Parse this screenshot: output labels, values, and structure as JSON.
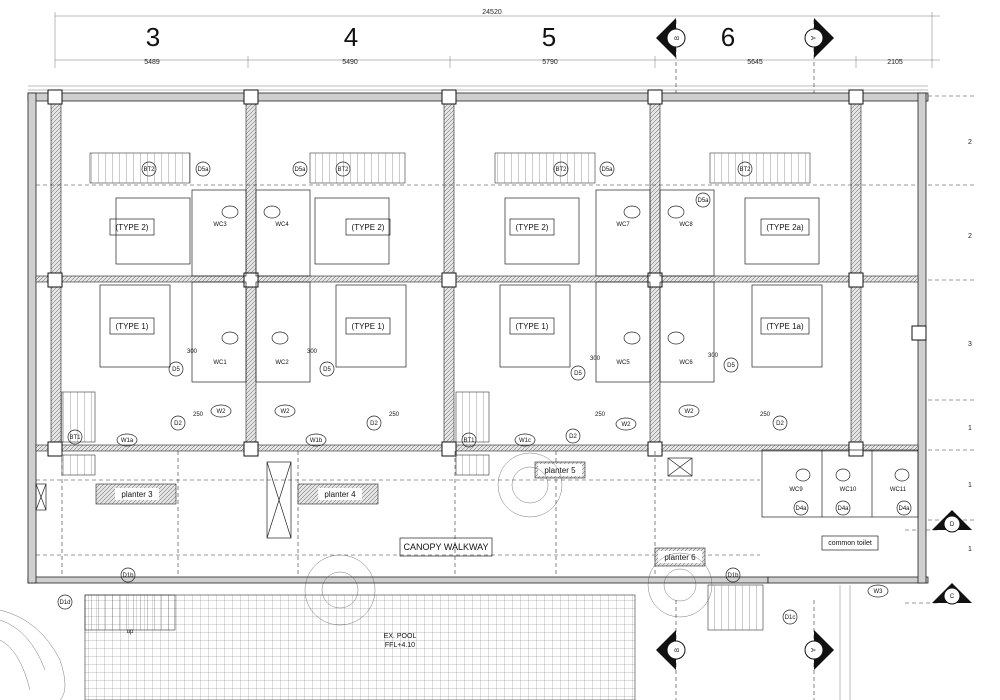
{
  "dimensions": {
    "overall": "24520",
    "bays": [
      "5489",
      "5490",
      "5790",
      "5645",
      "2105"
    ]
  },
  "grid_columns": [
    "3",
    "4",
    "5",
    "6"
  ],
  "grid_rows_right": [
    "2",
    "2",
    "3",
    "1",
    "1",
    "1"
  ],
  "section_markers": {
    "top_left": "B",
    "top_right": "A",
    "bottom_left": "B",
    "bottom_right": "A",
    "side_d": "D",
    "side_c": "C"
  },
  "room_types": {
    "upper": [
      "(TYPE 2)",
      "(TYPE 2)",
      "(TYPE 2)",
      "(TYPE 2a)"
    ],
    "lower": [
      "(TYPE 1)",
      "(TYPE 1)",
      "(TYPE 1)",
      "(TYPE 1a)"
    ]
  },
  "toilets_upper": [
    "WC3",
    "WC4",
    "WC7",
    "WC8"
  ],
  "toilets_lower": [
    "WC1",
    "WC2",
    "WC5",
    "WC6"
  ],
  "toilets_common": [
    "WC9",
    "WC10",
    "WC11"
  ],
  "door_tags": {
    "bt2": [
      "BT2",
      "BT2",
      "BT2",
      "BT2"
    ],
    "d5a": [
      "D5a",
      "D5a",
      "D5a",
      "D5a"
    ],
    "d5": [
      "D5",
      "D5",
      "D5",
      "D5"
    ],
    "d2": [
      "D2",
      "D2",
      "D2",
      "D2"
    ],
    "bt1": [
      "BT1",
      "BT1"
    ],
    "d4a": [
      "D4a",
      "D4a",
      "D4a"
    ],
    "d1": [
      "D1b",
      "D1b",
      "D1d",
      "D1c"
    ]
  },
  "window_tags": [
    "W1a",
    "W2",
    "W2",
    "W1b",
    "W1c",
    "W2",
    "W2",
    "W3"
  ],
  "small_dims": [
    "300",
    "300",
    "300",
    "300",
    "250",
    "250",
    "250",
    "250"
  ],
  "planters": [
    "planter 3",
    "planter 4",
    "planter 5",
    "planter 6"
  ],
  "labels": {
    "canopy": "CANOPY WALKWAY",
    "common_toilet": "common toilet",
    "pool_line1": "EX. POOL",
    "pool_line2": "FFL+4.10",
    "up": "up"
  }
}
